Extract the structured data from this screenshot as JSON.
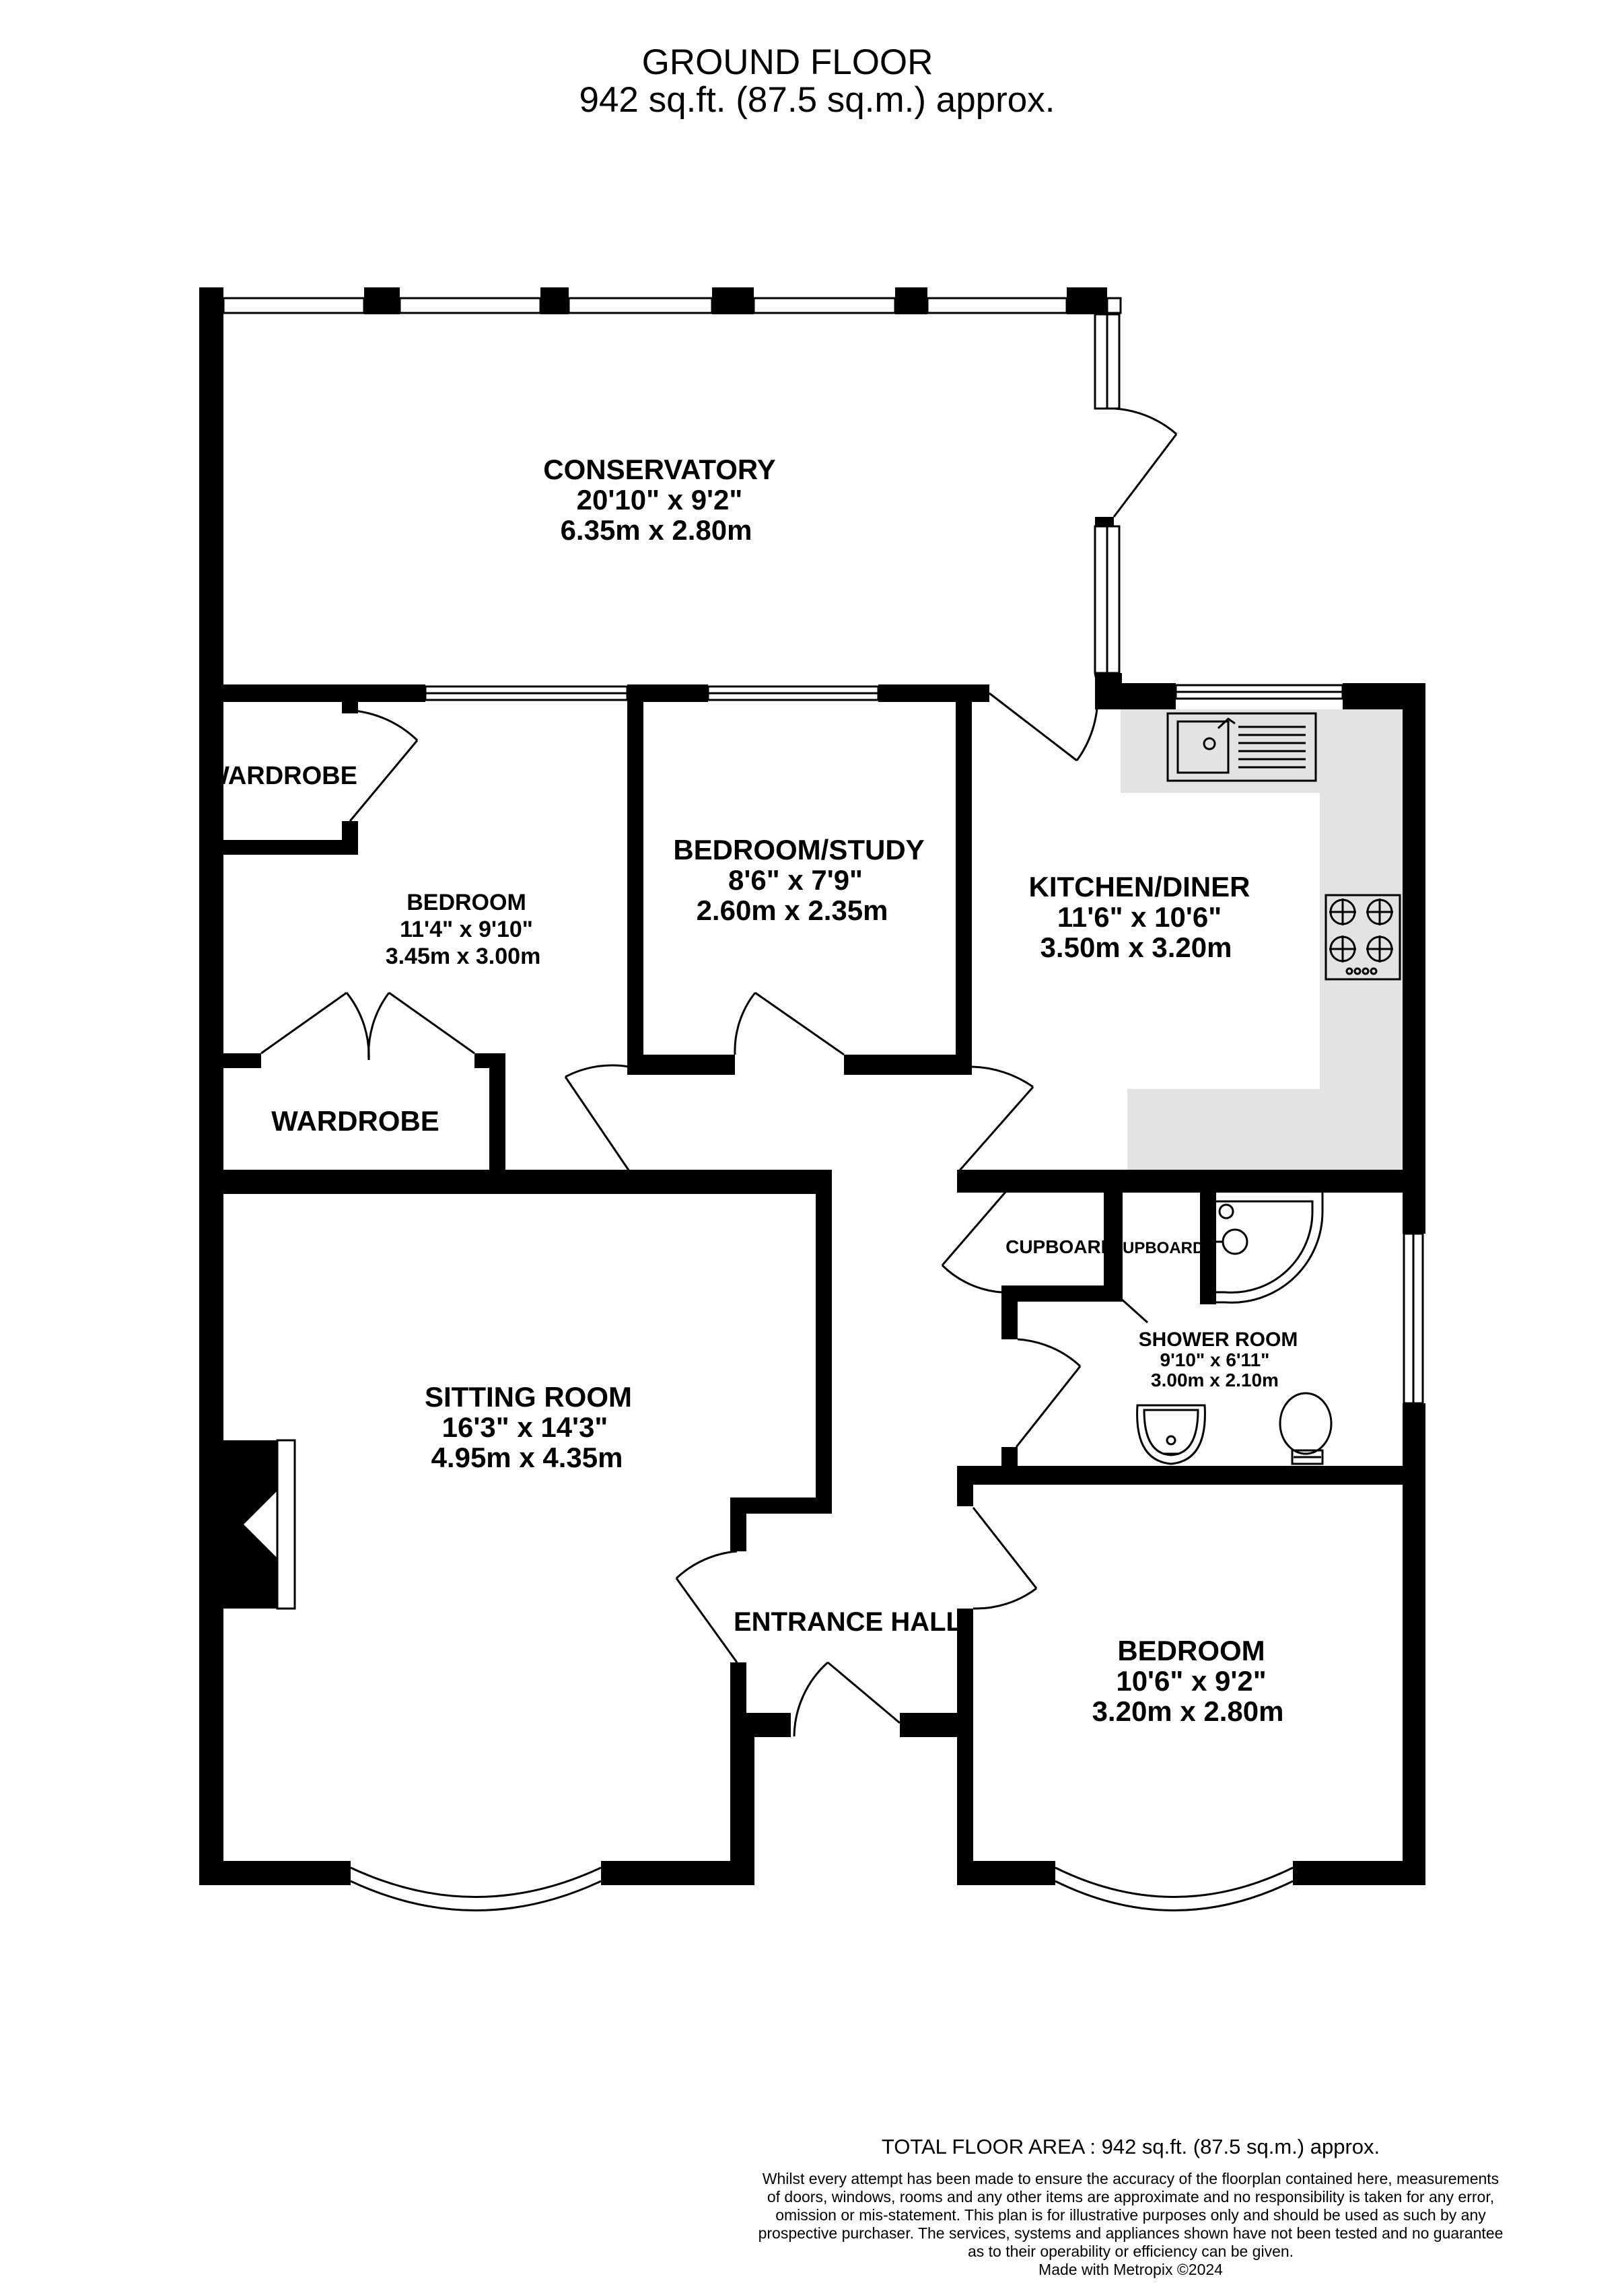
{
  "header": {
    "title": "GROUND FLOOR",
    "area": "942 sq.ft. (87.5 sq.m.) approx."
  },
  "rooms": {
    "conservatory": {
      "name": "CONSERVATORY",
      "imperial": "20'10\"  x 9'2\"",
      "metric": "6.35m  x 2.80m"
    },
    "bedroom_left": {
      "name": "BEDROOM",
      "imperial": "11'4\"  x 9'10\"",
      "metric": "3.45m  x 3.00m"
    },
    "bedroom_study": {
      "name": "BEDROOM/STUDY",
      "imperial": "8'6\"  x 7'9\"",
      "metric": "2.60m  x 2.35m"
    },
    "kitchen": {
      "name": "KITCHEN/DINER",
      "imperial": "11'6\"  x 10'6\"",
      "metric": "3.50m  x 3.20m"
    },
    "wardrobe_top": {
      "name": "WARDROBE"
    },
    "wardrobe_bottom": {
      "name": "WARDROBE"
    },
    "sitting_room": {
      "name": "SITTING ROOM",
      "imperial": "16'3\"  x 14'3\"",
      "metric": "4.95m  x 4.35m"
    },
    "entrance_hall": {
      "name": "ENTRANCE HALL"
    },
    "cupboard_1": {
      "name": "CUPBOARD"
    },
    "cupboard_2": {
      "name": "CUPBOARD"
    },
    "shower_room": {
      "name": "SHOWER ROOM",
      "imperial": "9'10\"  x 6'11\"",
      "metric": "3.00m  x 2.10m"
    },
    "bedroom_right": {
      "name": "BEDROOM",
      "imperial": "10'6\"  x 9'2\"",
      "metric": "3.20m  x 2.80m"
    }
  },
  "footer": {
    "total_area": "TOTAL FLOOR AREA : 942 sq.ft. (87.5 sq.m.) approx.",
    "disclaimer": [
      "Whilst every attempt has been made to ensure the accuracy of the floorplan contained here, measurements",
      "of doors, windows, rooms and any other items are approximate and no responsibility is taken for any error,",
      "omission or mis-statement. This plan is for illustrative purposes only and should be used as such by any",
      "prospective purchaser. The services, systems and appliances shown have not been tested and no guarantee",
      "as to their operability or efficiency can be given."
    ],
    "credit": "Made with Metropix ©2024"
  },
  "colors": {
    "wall": "#000000",
    "kitchen_floor": "#e3e3e3",
    "background": "#ffffff"
  }
}
